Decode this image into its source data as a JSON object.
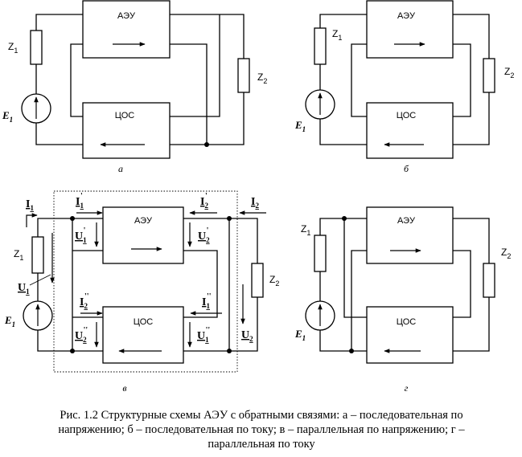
{
  "diagrams": {
    "a": {
      "amplifier": "АЭУ",
      "feedback": "ЦОС",
      "z1": {
        "main": "Z",
        "sub": "1"
      },
      "z2": {
        "main": "Z",
        "sub": "2"
      },
      "e1": {
        "main": "E",
        "sub": "1"
      },
      "caption": "а"
    },
    "b": {
      "amplifier": "АЭУ",
      "feedback": "ЦОС",
      "z1": {
        "main": "Z",
        "sub": "1"
      },
      "z2": {
        "main": "Z",
        "sub": "2"
      },
      "e1": {
        "main": "E",
        "sub": "1"
      },
      "caption": "б"
    },
    "v": {
      "amplifier": "АЭУ",
      "feedback": "ЦОС",
      "z1": {
        "main": "Z",
        "sub": "1"
      },
      "z2": {
        "main": "Z",
        "sub": "2"
      },
      "e1": {
        "main": "E",
        "sub": "1"
      },
      "caption": "в",
      "quantities": {
        "i1": {
          "main": "I",
          "sub": "1"
        },
        "i1p": {
          "main": "I",
          "sub": "1",
          "sup": "'"
        },
        "i2p": {
          "main": "I",
          "sub": "2",
          "sup": "'"
        },
        "i2": {
          "main": "I",
          "sub": "2"
        },
        "u1p": {
          "main": "U",
          "sub": "1",
          "sup": "'"
        },
        "u2p": {
          "main": "U",
          "sub": "2",
          "sup": "'"
        },
        "u1": {
          "main": "U",
          "sub": "1"
        },
        "i2pp": {
          "main": "I",
          "sub": "2",
          "sup": "''"
        },
        "i1pp": {
          "main": "I",
          "sub": "1",
          "sup": "''"
        },
        "u2pp": {
          "main": "U",
          "sub": "2",
          "sup": "''"
        },
        "u1pp": {
          "main": "U",
          "sub": "1",
          "sup": "''"
        },
        "u2": {
          "main": "U",
          "sub": "2"
        }
      }
    },
    "g": {
      "amplifier": "АЭУ",
      "feedback": "ЦОС",
      "z1": {
        "main": "Z",
        "sub": "1"
      },
      "z2": {
        "main": "Z",
        "sub": "2"
      },
      "e1": {
        "main": "E",
        "sub": "1"
      },
      "caption": "г"
    }
  },
  "caption_lines": [
    "Рис. 1.2 Структурные схемы АЭУ с обратными связями: а – последовательная по",
    "напряжению; б – последовательная по току; в – параллельная по напряжению; г –",
    "параллельная по току"
  ]
}
